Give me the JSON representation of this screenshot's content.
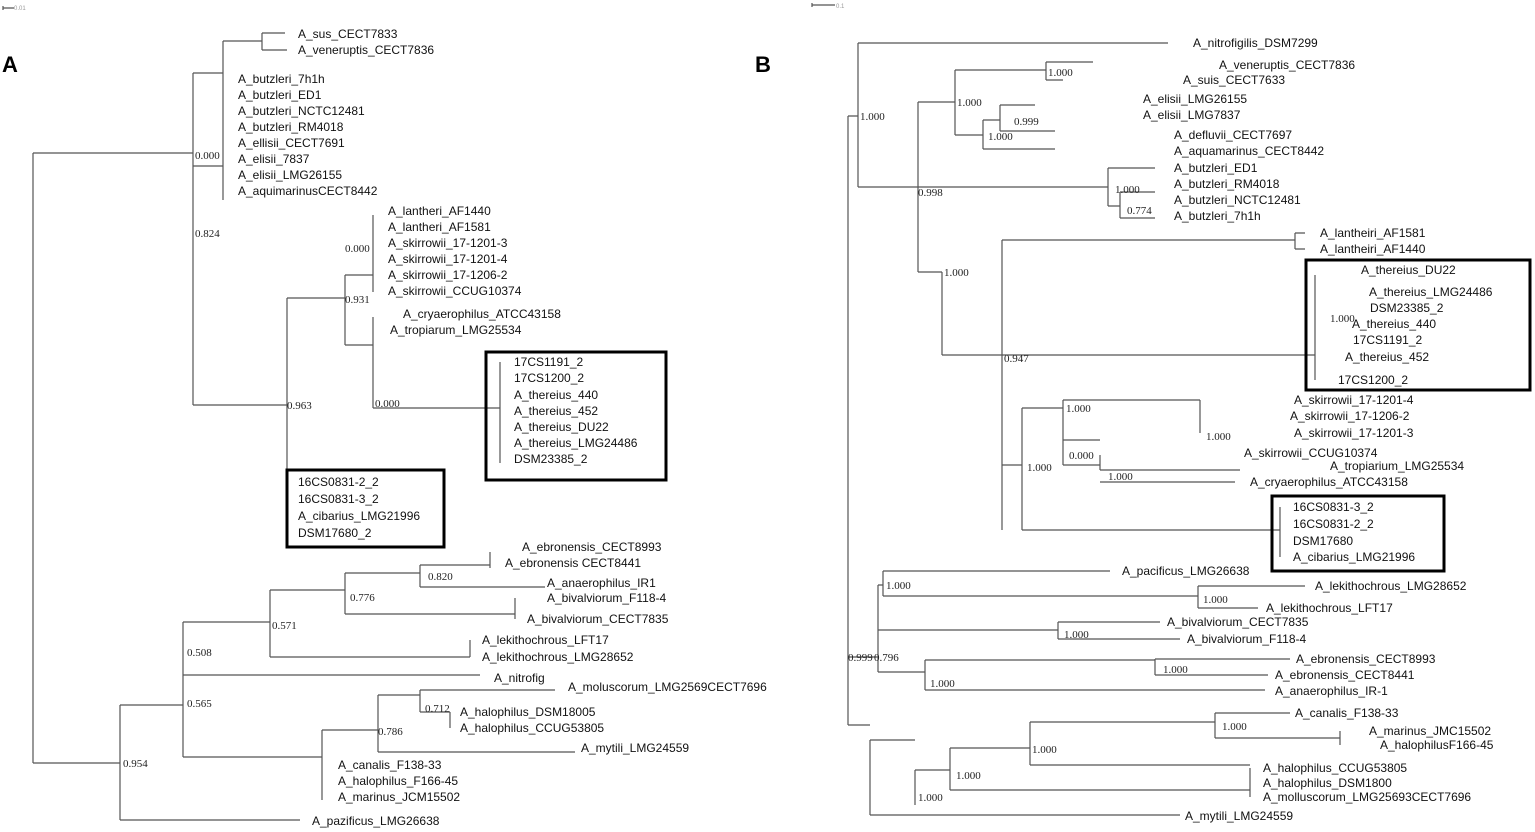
{
  "panels": {
    "a": "A",
    "b": "B"
  },
  "scale_bars": {
    "a": "0.01",
    "b": "0.1"
  },
  "tree_a": {
    "leaves": [
      "A_sus_CECT7833",
      "A_veneruptis_CECT7836",
      "A_butzleri_7h1h",
      "A_butzleri_ED1",
      "A_butzleri_NCTC12481",
      "A_butzleri_RM4018",
      "A_ellisii_CECT7691",
      "A_elisii_7837",
      "A_elisii_LMG26155",
      "A_aquimarinusCECT8442",
      "A_lantheri_AF1440",
      "A_lantheri_AF1581",
      "A_skirrowii_17-1201-3",
      "A_skirrowii_17-1201-4",
      "A_skirrowii_17-1206-2",
      "A_skirrowii_CCUG10374",
      "A_cryaerophilus_ATCC43158",
      "A_tropiarum_LMG25534",
      "17CS1191_2",
      "17CS1200_2",
      "A_thereius_440",
      "A_thereius_452",
      "A_thereius_DU22",
      "A_thereius_LMG24486",
      "DSM23385_2",
      "16CS0831-2_2",
      "16CS0831-3_2",
      "A_cibarius_LMG21996",
      "DSM17680_2",
      "A_ebronensis_CECT8993",
      "A_ebronensis  CECT8441",
      "A_anaerophilus_IR1",
      "A_bivalviorum_F118-4",
      "A_bivalviorum_CECT7835",
      "A_lekithochrous_LFT17",
      "A_lekithochrous_LMG28652",
      "A_nitrofig",
      "A_moluscorum_LMG2569CECT7696",
      "A_halophilus_DSM18005",
      "A_halophilus_CCUG53805",
      "A_mytili_LMG24559",
      "A_canalis_F138-33",
      "A_halophilus_F166-45",
      "A_marinus_JCM15502",
      "A_pazificus_LMG26638"
    ],
    "support": [
      "0.000",
      "0.824",
      "0.000",
      "0.931",
      "0.000",
      "0.963",
      "0.820",
      "0.776",
      "0.571",
      "0.508",
      "0.565",
      "0.712",
      "0.786",
      "0.954"
    ]
  },
  "tree_b": {
    "leaves": [
      "A_nitrofigilis_DSM7299",
      "A_veneruptis_CECT7836",
      "A_suis_CECT7633",
      "A_elisii_LMG26155",
      "A_elisii_LMG7837",
      "A_defluvii_CECT7697",
      "A_aquamarinus_CECT8442",
      "A_butzleri_ED1",
      "A_butzleri_RM4018",
      "A_butzleri_NCTC12481",
      "A_butzleri_7h1h",
      "A_lantheiri_AF1581",
      "A_lantheiri_AF1440",
      "A_thereius_DU22",
      "A_thereius_LMG24486",
      "DSM23385_2",
      "A_thereius_440",
      "17CS1191_2",
      "A_thereius_452",
      "17CS1200_2",
      "A_skirrowii_17-1201-4",
      "A_skirrowii_17-1206-2",
      "A_skirrowii_17-1201-3",
      "A_skirrowii_CCUG10374",
      "A_tropiarium_LMG25534",
      "A_cryaerophilus_ATCC43158",
      "16CS0831-3_2",
      "16CS0831-2_2",
      "DSM17680",
      "A_cibarius_LMG21996",
      "A_pacificus_LMG26638",
      "A_lekithochrous_LMG28652",
      "A_lekithochrous_LFT17",
      "A_bivalviorum_CECT7835",
      "A_bivalviorum_F118-4",
      "A_ebronensis_CECT8993",
      "A_ebronensis_CECT8441",
      "A_anaerophilus_IR-1",
      "A_canalis_F138-33",
      "A_marinus_JMC15502",
      "A_halophilusF166-45",
      "A_halophilus_CCUG53805",
      "A_halophilus_DSM1800",
      "A_molluscorum_LMG25693CECT7696",
      "A_mytili_LMG24559"
    ],
    "support": [
      "1.000",
      "1.000",
      "1.000",
      "0.999",
      "1.000",
      "0.998",
      "1.000",
      "0.774",
      "1.000",
      "0.947",
      "1.000",
      "1.000",
      "1.000",
      "0.000",
      "1.000",
      "1.000",
      "1.000",
      "1.000",
      "1.000",
      "0.999",
      "0.796",
      "1.000",
      "1.000",
      "1.000",
      "1.000",
      "1.000",
      "1.000"
    ]
  }
}
